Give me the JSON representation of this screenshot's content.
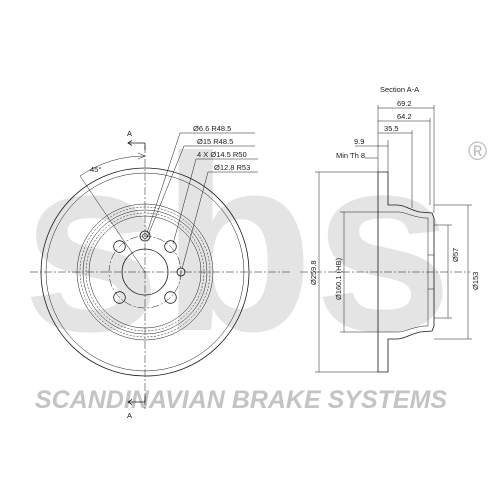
{
  "section_title": "Section A-A",
  "section_marker": "A",
  "angle_label": "45°",
  "front_dims": {
    "hole_small": "Ø6.6 R48.5",
    "hole_pilot": "Ø15 R48.5",
    "bolt_holes": "4 X Ø14.5 R50",
    "hole_thread": "Ø12.8 R53"
  },
  "section_dims": {
    "width_total": "69.2",
    "width_hat": "64.2",
    "width_mount": "35.5",
    "thickness": "9.9",
    "min_thickness": "Min Th 8",
    "outer_diameter": "Ø259.8",
    "hub_bore": "Ø160.1 (HB)",
    "center_bore": "Ø57",
    "hat_diameter": "Ø153"
  },
  "brand": {
    "logo_text": "sbs",
    "tagline": "SCANDINAVIAN BRAKE SYSTEMS",
    "registered_mark": "®"
  },
  "colors": {
    "line": "#1a1a1a",
    "watermark": "#cfcfcf"
  }
}
